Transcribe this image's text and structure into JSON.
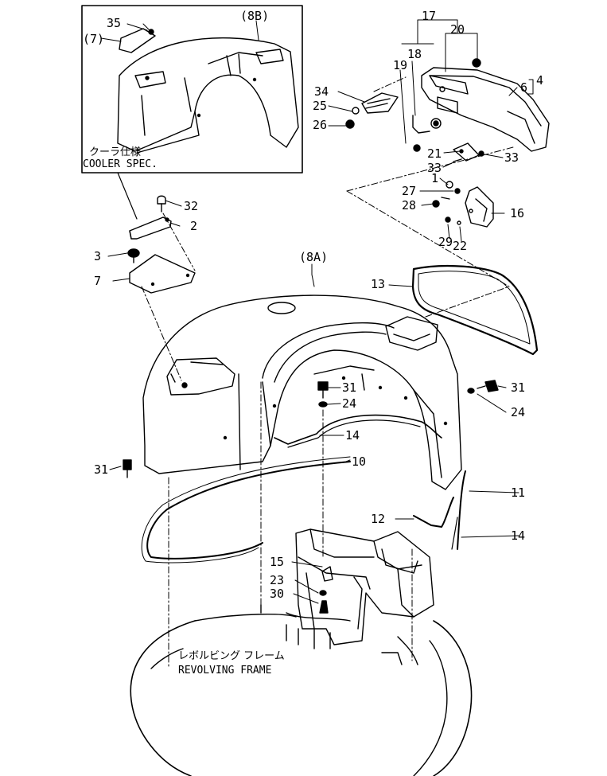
{
  "diagram": {
    "inset_caption_jp": "クーラ仕様",
    "inset_caption_en": "COOLER SPEC.",
    "frame_caption_jp": "レボルビング フレーム",
    "frame_caption_en": "REVOLVING FRAME",
    "callouts": {
      "c35": "35",
      "c7p": "(7)",
      "c8b": "(8B)",
      "c17": "17",
      "c20": "20",
      "c19": "19",
      "c18": "18",
      "c4": "4",
      "c6": "6",
      "c34": "34",
      "c25": "25",
      "c26": "26",
      "c21": "21",
      "c33a": "33",
      "c33b": "33",
      "c1": "1",
      "c27": "27",
      "c28": "28",
      "c16": "16",
      "c29": "29",
      "c22": "22",
      "c32": "32",
      "c2": "2",
      "c3": "3",
      "c7": "7",
      "c8a": "(8A)",
      "c13": "13",
      "c31a": "31",
      "c31b": "31",
      "c24a": "24",
      "c24b": "24",
      "c14a": "14",
      "c31c": "31",
      "c10": "10",
      "c11": "11",
      "c12": "12",
      "c14b": "14",
      "c15": "15",
      "c23": "23",
      "c30": "30"
    }
  }
}
